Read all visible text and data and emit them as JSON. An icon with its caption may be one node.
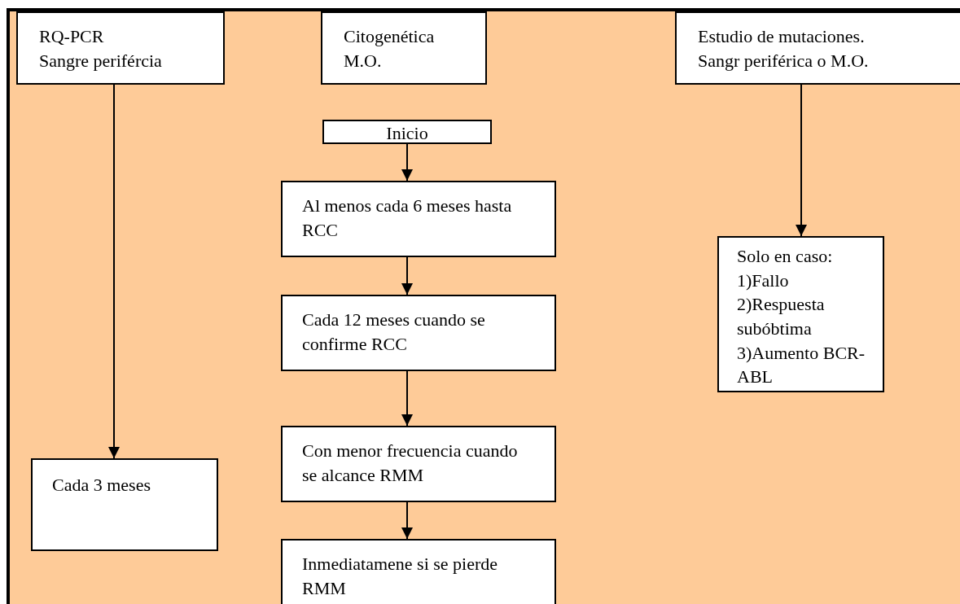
{
  "diagram": {
    "nodes": [
      {
        "text": [
          "RQ-PCR",
          "Sangre perifércia"
        ]
      },
      {
        "text": [
          "Citogenética",
          "M.O."
        ]
      },
      {
        "text": [
          "Estudio de mutaciones.",
          "Sangr periférica o M.O."
        ]
      },
      {
        "text": [
          "Inicio"
        ]
      },
      {
        "text": [
          "Al menos cada 6 meses hasta RCC"
        ]
      },
      {
        "text": [
          "Cada 12 meses cuando se confirme RCC"
        ]
      },
      {
        "text": [
          "Con menor frecuencia cuando se alcance RMM"
        ]
      },
      {
        "text": [
          "Inmediatamene si se pierde RMM"
        ]
      },
      {
        "text": [
          "Solo en caso:",
          "1)Fallo",
          "2)Respuesta subóbtima",
          "3)Aumento BCR-ABL"
        ]
      },
      {
        "text": [
          "Cada 3 meses"
        ]
      }
    ],
    "edges": [
      {
        "from": 0,
        "to": 9,
        "arrow": "to"
      },
      {
        "from": 2,
        "to": 8,
        "arrow": "to"
      },
      {
        "from": 3,
        "to": 4,
        "arrow": "to"
      },
      {
        "from": 4,
        "to": 5,
        "arrow": "to"
      },
      {
        "from": 5,
        "to": 6,
        "arrow": "to"
      },
      {
        "from": 6,
        "to": 7,
        "arrow": "to"
      }
    ]
  }
}
